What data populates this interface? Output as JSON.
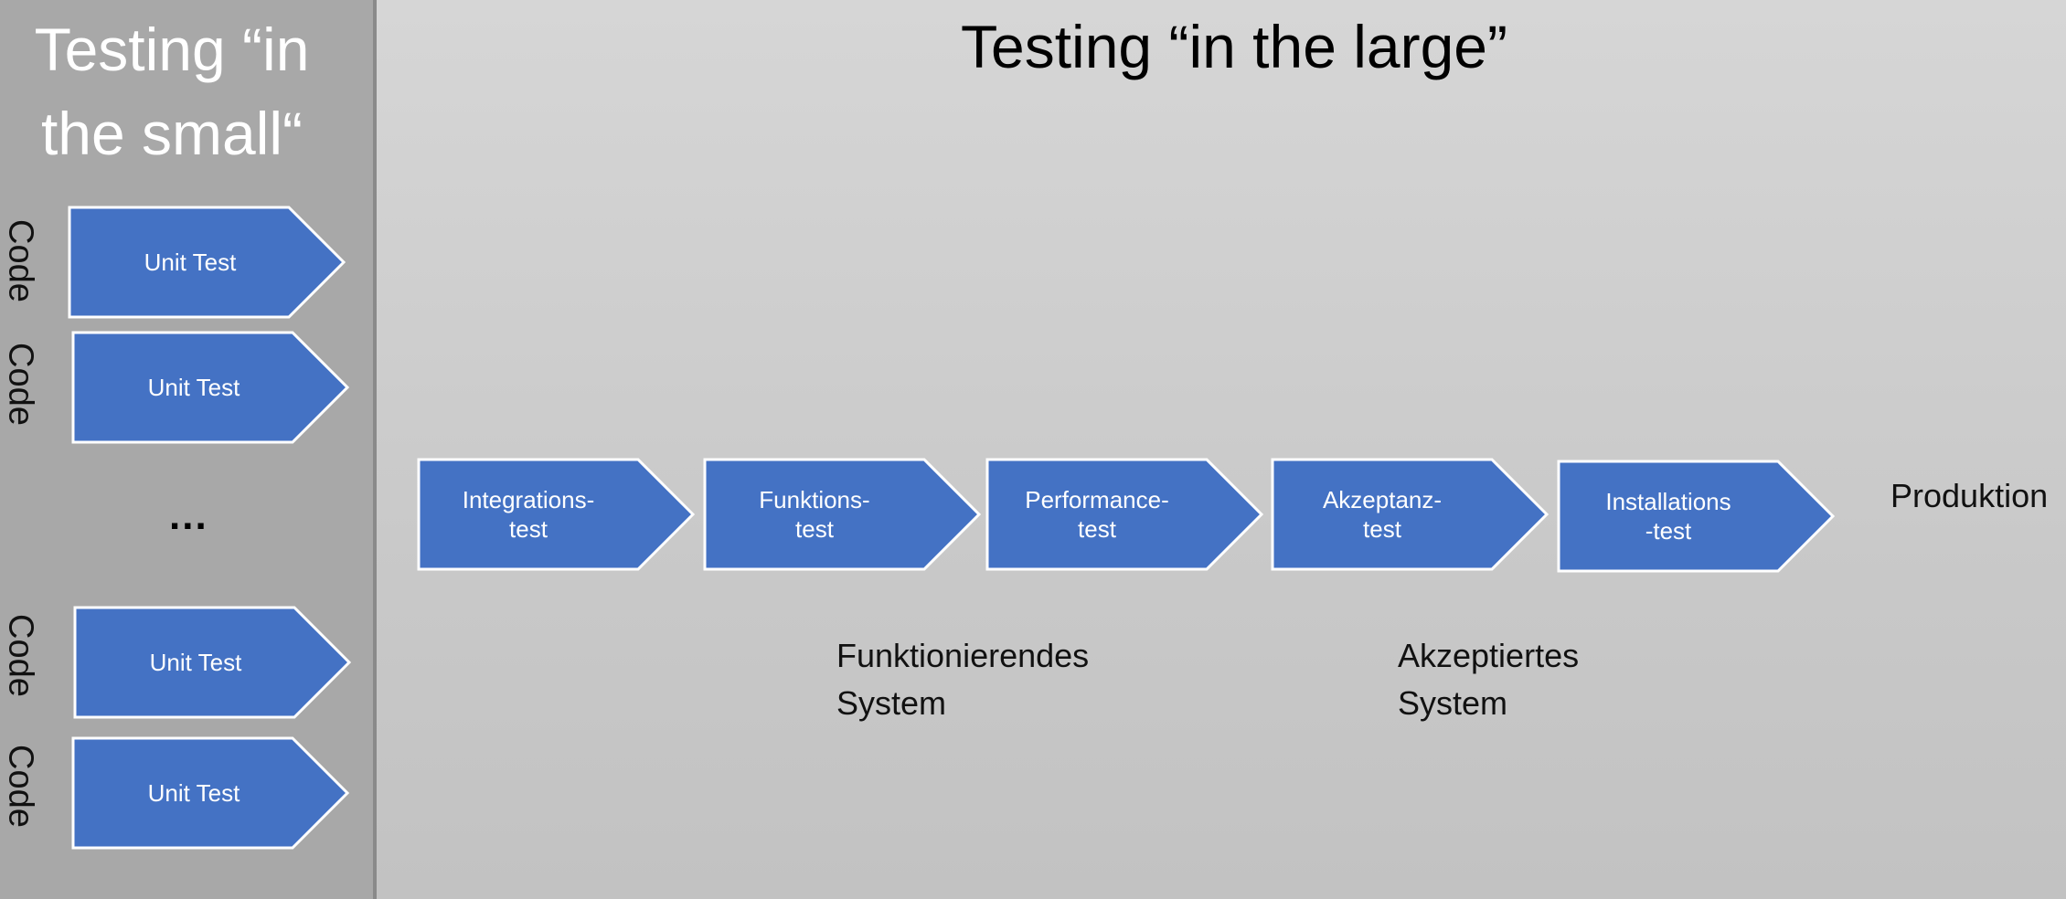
{
  "left_panel": {
    "title": "Testing “in\nthe small“",
    "code_label": "Code",
    "unit_test_label": "Unit Test",
    "ellipsis": "..."
  },
  "right_panel": {
    "title": "Testing “in the large”",
    "steps": [
      "Integrations-\ntest",
      "Funktions-\ntest",
      "Performance-\ntest",
      "Akzeptanz-\ntest",
      "Installations\n-test"
    ],
    "produktion": "Produktion",
    "caption_functional": "Funktionierendes\nSystem",
    "caption_accepted": "Akzeptiertes\nSystem"
  },
  "colors": {
    "arrow_fill": "#4472c4",
    "arrow_stroke": "#ffffff",
    "left_panel": "#a8a8a8"
  }
}
